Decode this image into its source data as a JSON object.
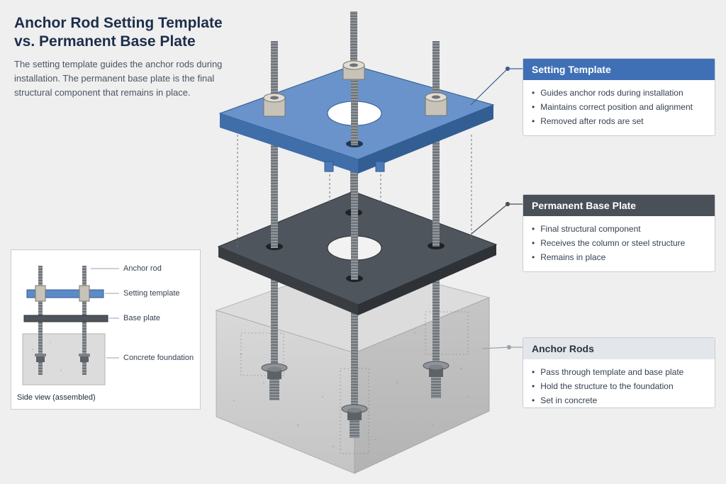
{
  "title": {
    "line1": "Anchor Rod Setting Template",
    "line2": "vs. Permanent Base Plate"
  },
  "description": "The setting template guides the anchor rods during installation. The permanent base plate is the final structural component that remains in place.",
  "colors": {
    "template_blue": "#3f70b6",
    "base_plate_gray": "#4a5058",
    "anchor_rods_header": "#e3e6ea",
    "concrete": "#c9c9c9"
  },
  "callouts": {
    "setting_template": {
      "title": "Setting Template",
      "items": [
        "Guides anchor rods during installation",
        "Maintains correct position and alignment",
        "Removed after rods are set"
      ]
    },
    "permanent_base_plate": {
      "title": "Permanent Base Plate",
      "items": [
        "Final structural component",
        "Receives the column or steel structure",
        "Remains in place"
      ]
    },
    "anchor_rods": {
      "title": "Anchor Rods",
      "items": [
        "Pass through template and base plate",
        "Hold the structure to the foundation",
        "Set in concrete"
      ]
    }
  },
  "side_view": {
    "labels": {
      "anchor_rod": "Anchor rod",
      "setting_template": "Setting template",
      "base_plate": "Base plate",
      "concrete_foundation": "Concrete foundation"
    },
    "caption": "Side view (assembled)"
  }
}
